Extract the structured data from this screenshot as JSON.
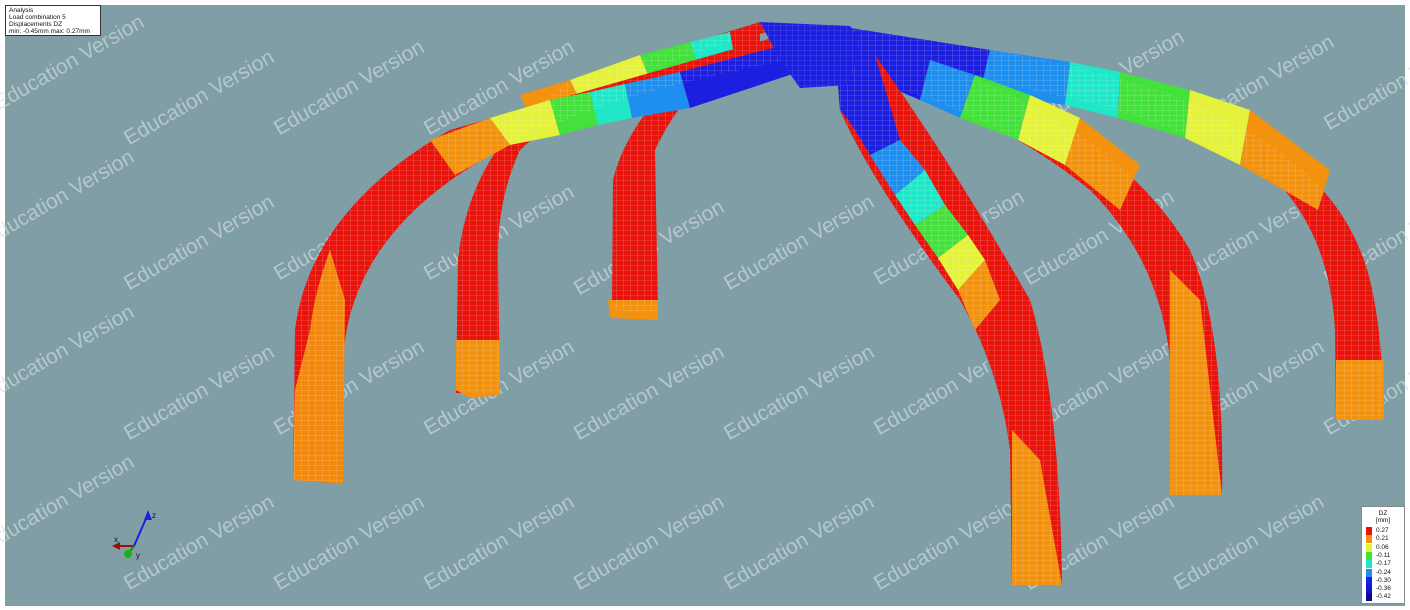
{
  "info": {
    "lines": [
      "Analysis",
      "Load combination 5",
      "Displacements DZ",
      "min: -0.45mm max: 0.27mm"
    ]
  },
  "legend": {
    "title": "DZ",
    "unit": "[mm]",
    "entries": [
      {
        "label": "0.27",
        "color": "#e8140c"
      },
      {
        "label": "0.21",
        "color": "#f2920e"
      },
      {
        "label": "0.06",
        "color": "#e4f23c"
      },
      {
        "label": "-0.11",
        "color": "#44e13c"
      },
      {
        "label": "-0.17",
        "color": "#1fe7c8"
      },
      {
        "label": "-0.24",
        "color": "#1f8fef"
      },
      {
        "label": "-0.30",
        "color": "#1c1ee0"
      },
      {
        "label": "-0.36",
        "color": "#1414c8"
      },
      {
        "label": "-0.42",
        "color": "#0a0a90"
      }
    ]
  },
  "watermark": "Education Version",
  "axes": {
    "x": "x",
    "y": "y",
    "z": "z"
  },
  "colors": {
    "background": "#7f9ea6",
    "red": "#e8140c",
    "orange": "#f2920e",
    "yellow": "#e4f23c",
    "green": "#44e13c",
    "cyan": "#1fe7c8",
    "light_blue": "#1f8fef",
    "blue": "#1c1ee0"
  }
}
